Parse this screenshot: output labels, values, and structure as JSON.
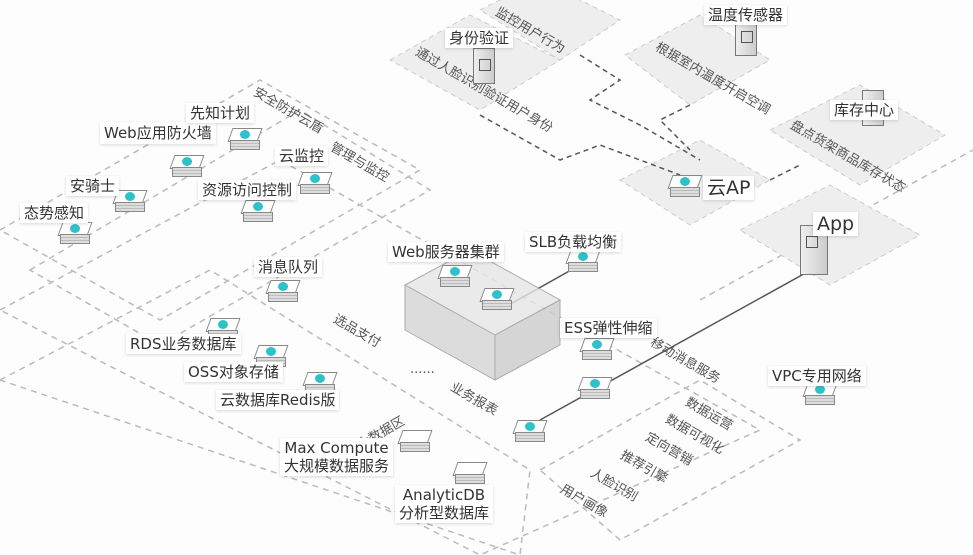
{
  "security": {
    "zone": "安全防护云盾",
    "items": [
      "态势感知",
      "安骑士",
      "Web应用防火墙",
      "先知计划"
    ]
  },
  "management": {
    "zone": "管理与监控",
    "items": [
      "云监控",
      "资源访问控制"
    ]
  },
  "middleware": {
    "message_queue": "消息队列"
  },
  "storage": [
    "RDS业务数据库",
    "OSS对象存储",
    "云数据库Redis版"
  ],
  "bigdata": {
    "zone": "大数据区",
    "maxcompute": [
      "Max Compute",
      "大规模数据服务"
    ],
    "analyticdb": [
      "AnalyticDB",
      "分析型数据库"
    ]
  },
  "core": {
    "web_cluster": "Web服务器集群",
    "slb": "SLB负载均衡",
    "ess": "ESS弹性伸缩",
    "selection_payment": "选品支付",
    "ellipsis": "......",
    "business_report": "业务报表",
    "mobile_message": "移动消息服务"
  },
  "data_apps": [
    "数据运营",
    "数据可视化",
    "定向营销",
    "推荐引擎",
    "人脸识别",
    "用户画像"
  ],
  "edge": {
    "cloud_ap": "云AP",
    "app": "App",
    "vpc": "VPC专用网络",
    "identity": {
      "label": "身份验证",
      "desc": "通过人脸识别验证用户身份"
    },
    "behavior": {
      "desc": "监控用户行为"
    },
    "temperature": {
      "label": "温度传感器",
      "desc": "根据室内温度开启空调"
    },
    "inventory": {
      "label": "库存中心",
      "desc": "盘点货架商品库存状态"
    }
  },
  "colors": {
    "accent": "#2fc1c9",
    "zone_fill": "#eeeeee",
    "line": "#555555"
  }
}
